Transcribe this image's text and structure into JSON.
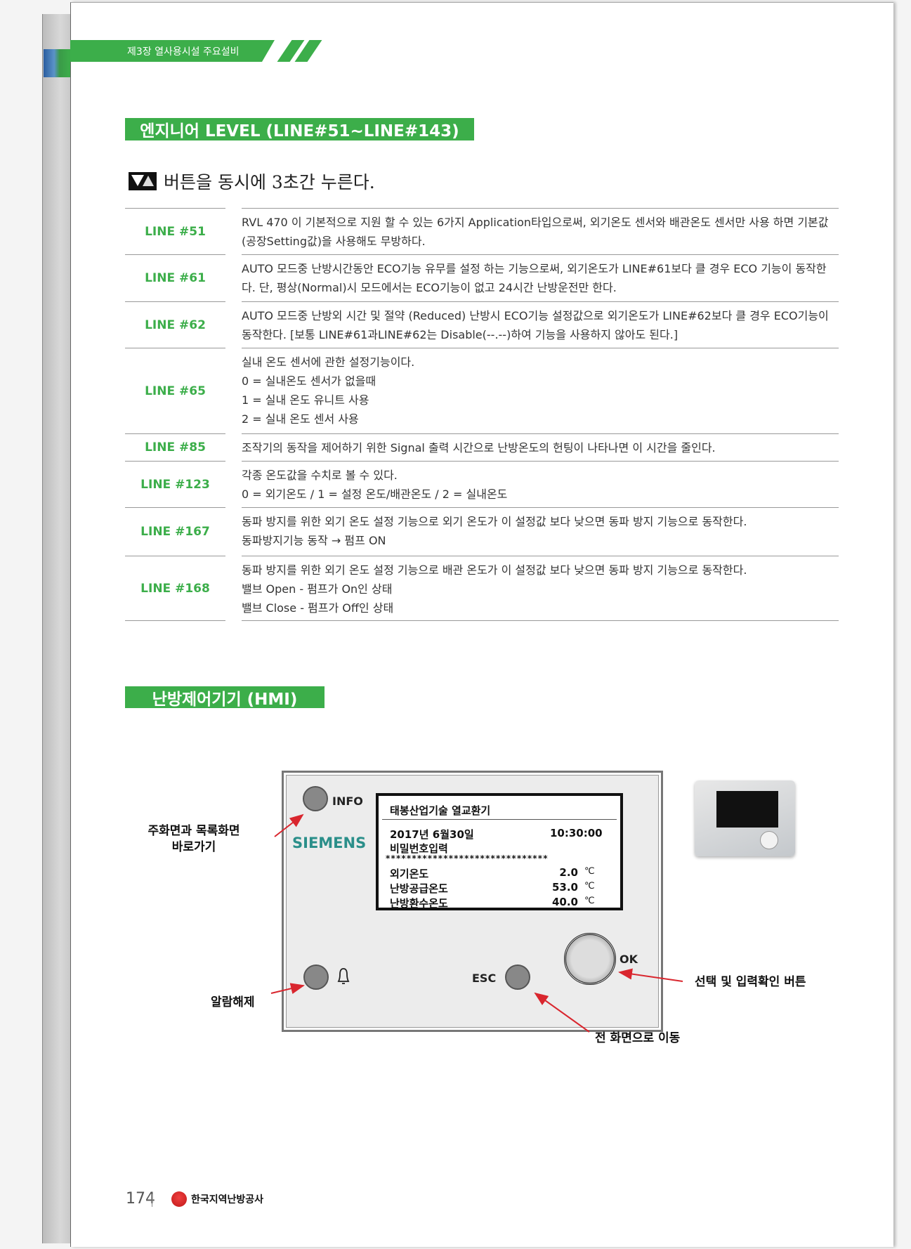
{
  "header": {
    "chapter": "제3장 열사용시설 주요설비"
  },
  "section1": {
    "title": "엔지니어 LEVEL (LINE#51~LINE#143)",
    "instruction": "버튼을 동시에 3초간 누른다.",
    "instruction_icon": "up-down-buttons-icon",
    "rows": [
      {
        "label": "LINE #51",
        "lines": [
          "RVL 470 이 기본적으로 지원 할 수 있는 6가지 Application타입으로써, 외기온도 센서와 배관온도 센서만 사용 하면 기본값",
          "(공장Setting값)을 사용해도 무방하다."
        ]
      },
      {
        "label": "LINE #61",
        "lines": [
          "AUTO 모드중 난방시간동안 ECO기능 유무를 설정 하는 기능으로써, 외기온도가 LINE#61보다 클 경우 ECO 기능이 동작한",
          "다. 단, 평상(Normal)시 모드에서는 ECO기능이 없고 24시간 난방운전만 한다."
        ]
      },
      {
        "label": "LINE #62",
        "lines": [
          "AUTO 모드중 난방외 시간 및 절약 (Reduced) 난방시 ECO기능 설정값으로 외기온도가 LINE#62보다 클 경우 ECO기능이",
          "동작한다. [보통 LINE#61과LINE#62는 Disable(--.--)하여 기능을 사용하지 않아도 된다.]"
        ]
      },
      {
        "label": "LINE #65",
        "lines": [
          "실내 온도 센서에 관한 설정기능이다.",
          "0 = 실내온도 센서가 없을때",
          "1 = 실내 온도 유니트 사용",
          "2 = 실내 온도 센서 사용"
        ]
      },
      {
        "label": "LINE #85",
        "lines": [
          "조작기의 동작을 제어하기 위한 Signal 출력 시간으로 난방온도의 헌팅이 나타나면 이 시간을 줄인다."
        ]
      },
      {
        "label": "LINE #123",
        "lines": [
          "각종 온도값을 수치로 볼 수 있다.",
          "0 = 외기온도 / 1 = 설정 온도/배관온도 / 2 = 실내온도"
        ]
      },
      {
        "label": "LINE #167",
        "lines": [
          "동파 방지를 위한 외기 온도 설정 기능으로 외기 온도가 이 설정값 보다 낮으면 동파 방지 기능으로 동작한다.",
          "동파방지기능 동작 → 펌프 ON"
        ]
      },
      {
        "label": "LINE #168",
        "lines": [
          "동파 방지를 위한 외기 온도 설정 기능으로 배관 온도가 이 설정값 보다 낮으면 동파 방지 기능으로 동작한다.",
          "밸브 Open - 펌프가 On인 상태",
          "밸브 Close - 펌프가 Off인 상태"
        ]
      }
    ]
  },
  "section2": {
    "title": "난방제어기기 (HMI)",
    "panel": {
      "brand": "SIEMENS",
      "info_label": "INFO",
      "esc_label": "ESC",
      "ok_label": "OK",
      "screen": {
        "title": "태봉산업기술 열교환기",
        "date": "2017년 6월30일",
        "time": "10:30:00",
        "prompt": "비밀번호입력",
        "stars": "*******************************",
        "readings": [
          {
            "name": "외기온도",
            "value": "2.0",
            "unit": "℃"
          },
          {
            "name": "난방공급온도",
            "value": "53.0",
            "unit": "℃"
          },
          {
            "name": "난방환수온도",
            "value": "40.0",
            "unit": "℃"
          }
        ]
      }
    },
    "callouts": {
      "info": [
        "주화면과 목록화면",
        "바로가기"
      ],
      "alarm": "알람해제",
      "ok": "선택 및 입력확인 버튼",
      "esc": "전 화면으로 이동"
    },
    "arrow_color": "#d9262e"
  },
  "footer": {
    "page_number": "174",
    "publisher": "한국지역난방공사"
  }
}
